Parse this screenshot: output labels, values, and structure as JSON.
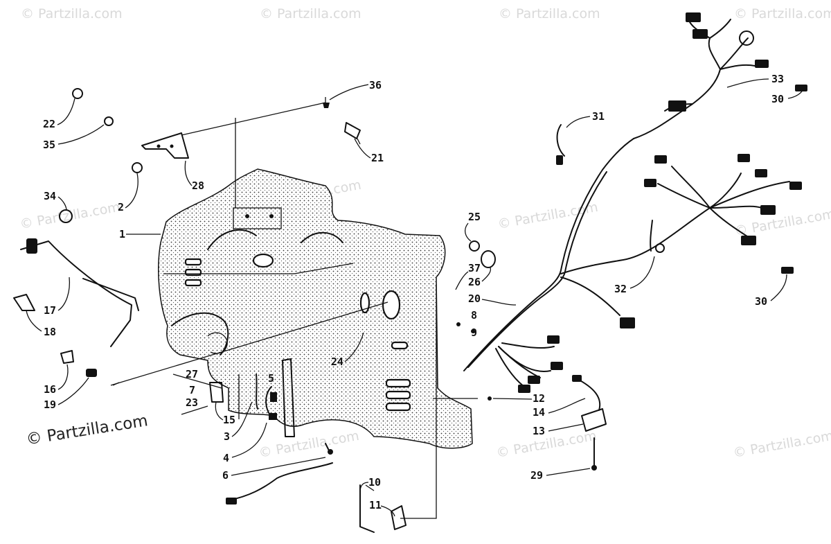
{
  "watermark": {
    "text": "© Partzilla.com"
  },
  "credit": {
    "text": "© Partzilla.com"
  },
  "callouts": [
    "1",
    "2",
    "3",
    "4",
    "5",
    "6",
    "7",
    "8",
    "9",
    "10",
    "11",
    "12",
    "13",
    "14",
    "15",
    "16",
    "17",
    "18",
    "19",
    "20",
    "21",
    "22",
    "23",
    "24",
    "25",
    "26",
    "27",
    "28",
    "29",
    "30",
    "30",
    "31",
    "32",
    "33",
    "34",
    "35",
    "36",
    "37"
  ],
  "colors": {
    "ink": "#111111",
    "background": "#ffffff",
    "watermark": "#d9d9d9"
  }
}
